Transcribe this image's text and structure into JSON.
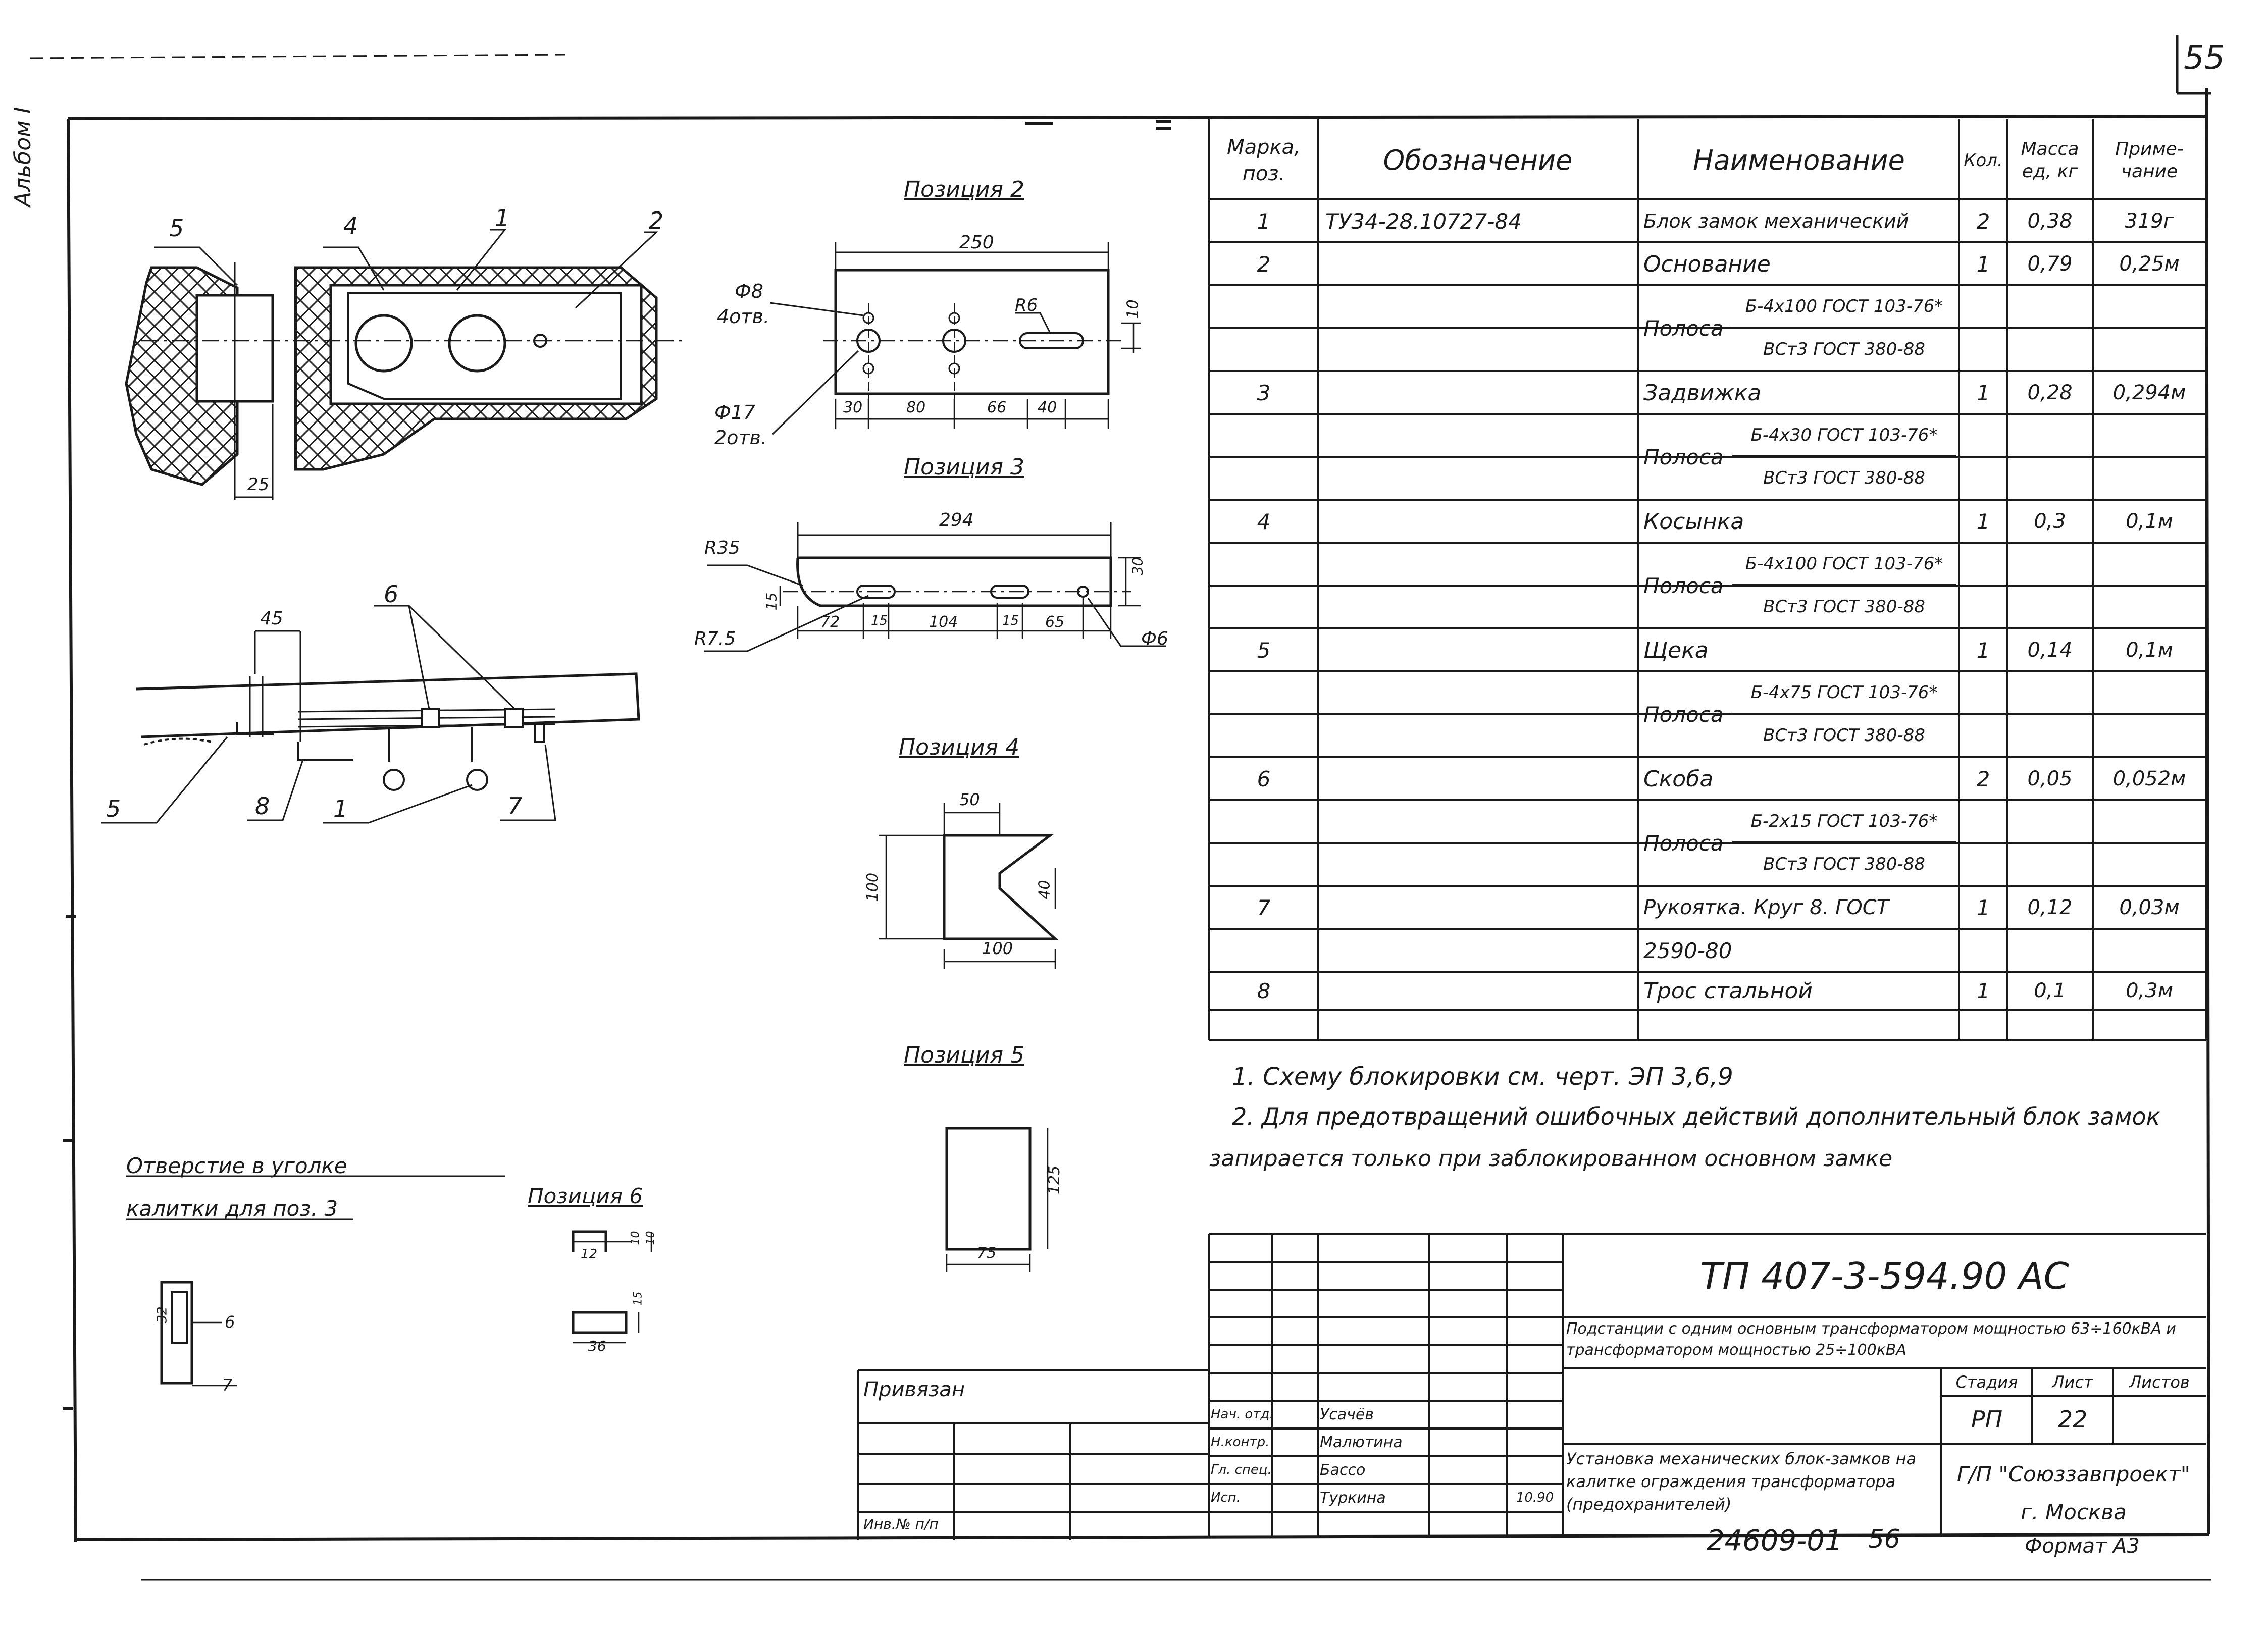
{
  "sheet": {
    "number": "55",
    "album": "Альбом I",
    "inventory": "24609-01",
    "inventory_page": "56",
    "format": "Формат А3"
  },
  "drawings": {
    "callouts": [
      "5",
      "4",
      "1",
      "2",
      "6",
      "45",
      "5",
      "8",
      "1",
      "7"
    ],
    "dim_25": "25",
    "pos2": {
      "title": "Позиция 2",
      "width": "250",
      "phi8": "Ф8",
      "holes4": "4отв.",
      "phi17": "Ф17",
      "holes2": "2отв.",
      "r6": "R6",
      "h10": "10",
      "d30": "30",
      "d80": "80",
      "d66": "66",
      "d40": "40"
    },
    "pos3": {
      "title": "Позиция 3",
      "width": "294",
      "r35": "R35",
      "r75": "R7.5",
      "h15": "15",
      "h30": "30",
      "d72": "72",
      "d15a": "15",
      "d104": "104",
      "d15b": "15",
      "d65": "65",
      "phi6": "Ф6"
    },
    "pos4": {
      "title": "Позиция 4",
      "d50": "50",
      "d100v": "100",
      "d40": "40",
      "d100h": "100"
    },
    "pos5": {
      "title": "Позиция 5",
      "d75": "75",
      "d125": "125"
    },
    "pos6": {
      "title": "Позиция 6",
      "d12": "12",
      "d10a": "10",
      "d10b": "10",
      "d15": "15",
      "d36": "36"
    },
    "hole": {
      "title1": "Отверстие в уголке",
      "title2": "калитки для поз. 3",
      "d32": "32",
      "d6": "6",
      "d7": "7"
    }
  },
  "spec": {
    "headers": {
      "mark": "Марка, поз.",
      "designation": "Обозначение",
      "name": "Наименование",
      "qty": "Кол.",
      "mass": "Масса ед, кг",
      "note": "Приме- чание"
    },
    "rows": [
      {
        "mark": "1",
        "designation": "ТУ34-28.10727-84",
        "name": "Блок замок механический",
        "qty": "2",
        "mass": "0,38",
        "note": "319г"
      },
      {
        "mark": "2",
        "designation": "",
        "name": "Основание",
        "qty": "1",
        "mass": "0,79",
        "note": "0,25м"
      },
      {
        "mark": "",
        "designation": "",
        "name": "Полоса",
        "frac_top": "Б-4х100 ГОСТ 103-76*",
        "frac_bot": "ВСт3 ГОСТ 380-88",
        "qty": "",
        "mass": "",
        "note": ""
      },
      {
        "mark": "3",
        "designation": "",
        "name": "Задвижка",
        "qty": "1",
        "mass": "0,28",
        "note": "0,294м"
      },
      {
        "mark": "",
        "designation": "",
        "name": "Полоса",
        "frac_top": "Б-4х30 ГОСТ 103-76*",
        "frac_bot": "ВСт3 ГОСТ 380-88",
        "qty": "",
        "mass": "",
        "note": ""
      },
      {
        "mark": "4",
        "designation": "",
        "name": "Косынка",
        "qty": "1",
        "mass": "0,3",
        "note": "0,1м"
      },
      {
        "mark": "",
        "designation": "",
        "name": "Полоса",
        "frac_top": "Б-4х100 ГОСТ 103-76*",
        "frac_bot": "ВСт3 ГОСТ 380-88",
        "qty": "",
        "mass": "",
        "note": ""
      },
      {
        "mark": "5",
        "designation": "",
        "name": "Щека",
        "qty": "1",
        "mass": "0,14",
        "note": "0,1м"
      },
      {
        "mark": "",
        "designation": "",
        "name": "Полоса",
        "frac_top": "Б-4х75 ГОСТ 103-76*",
        "frac_bot": "ВСт3 ГОСТ 380-88",
        "qty": "",
        "mass": "",
        "note": ""
      },
      {
        "mark": "6",
        "designation": "",
        "name": "Скоба",
        "qty": "2",
        "mass": "0,05",
        "note": "0,052м"
      },
      {
        "mark": "",
        "designation": "",
        "name": "Полоса",
        "frac_top": "Б-2х15 ГОСТ 103-76*",
        "frac_bot": "ВСт3 ГОСТ 380-88",
        "qty": "",
        "mass": "",
        "note": ""
      },
      {
        "mark": "7",
        "designation": "",
        "name": "Рукоятка. Круг 8. ГОСТ",
        "qty": "1",
        "mass": "0,12",
        "note": "0,03м"
      },
      {
        "mark": "",
        "designation": "",
        "name": "2590-80",
        "qty": "",
        "mass": "",
        "note": ""
      },
      {
        "mark": "8",
        "designation": "",
        "name": "Трос стальной",
        "qty": "1",
        "mass": "0,1",
        "note": "0,3м"
      },
      {
        "mark": "",
        "designation": "",
        "name": "",
        "qty": "",
        "mass": "",
        "note": ""
      }
    ]
  },
  "notes": [
    "1. Схему блокировки см. черт. ЭП 3,6,9",
    "2. Для предотвращений ошибочных действий дополнительный блок замок",
    "запирается только при заблокированном основном замке"
  ],
  "title_block": {
    "code": "ТП 407-3-594.90 АС",
    "project": "Подстанции с одним основным трансформатором мощностью 63÷160кВА и трансформатором мощностью 25÷100кВА",
    "stage_label": "Стадия",
    "sheet_label": "Лист",
    "sheets_label": "Листов",
    "stage": "РП",
    "sheet": "22",
    "drawing_title": "Установка механических блок-замков на калитке ограждения трансформатора (предохранителей)",
    "org1": "Г/П \"Союззавпроект\"",
    "org2": "г. Москва",
    "privyazan": "Привязан",
    "inv": "Инв.№ п/п",
    "roles": [
      {
        "role": "Нач. отд.",
        "name": "Усачёв"
      },
      {
        "role": "Н.контр.",
        "name": "Малютина"
      },
      {
        "role": "Гл. спец.",
        "name": "Бассо"
      },
      {
        "role": "Исп.",
        "name": "Туркина"
      }
    ],
    "date": "10.90"
  }
}
